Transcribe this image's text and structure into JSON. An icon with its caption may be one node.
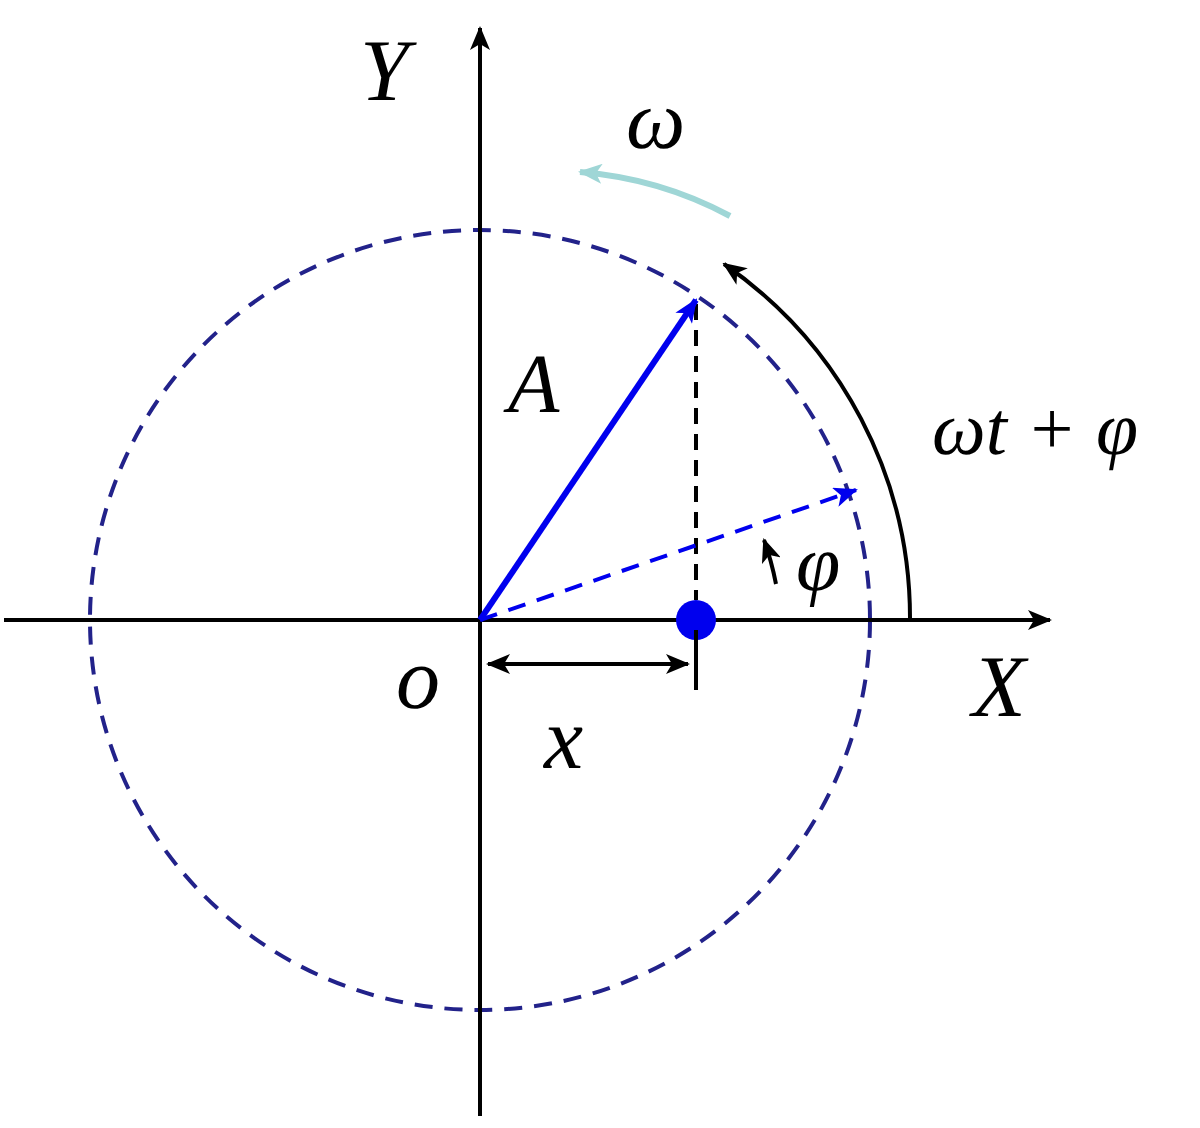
{
  "diagram": {
    "labels": [
      "Y",
      "ω",
      "A",
      "ωt + φ",
      "φ",
      "o",
      "X",
      "x"
    ]
  }
}
